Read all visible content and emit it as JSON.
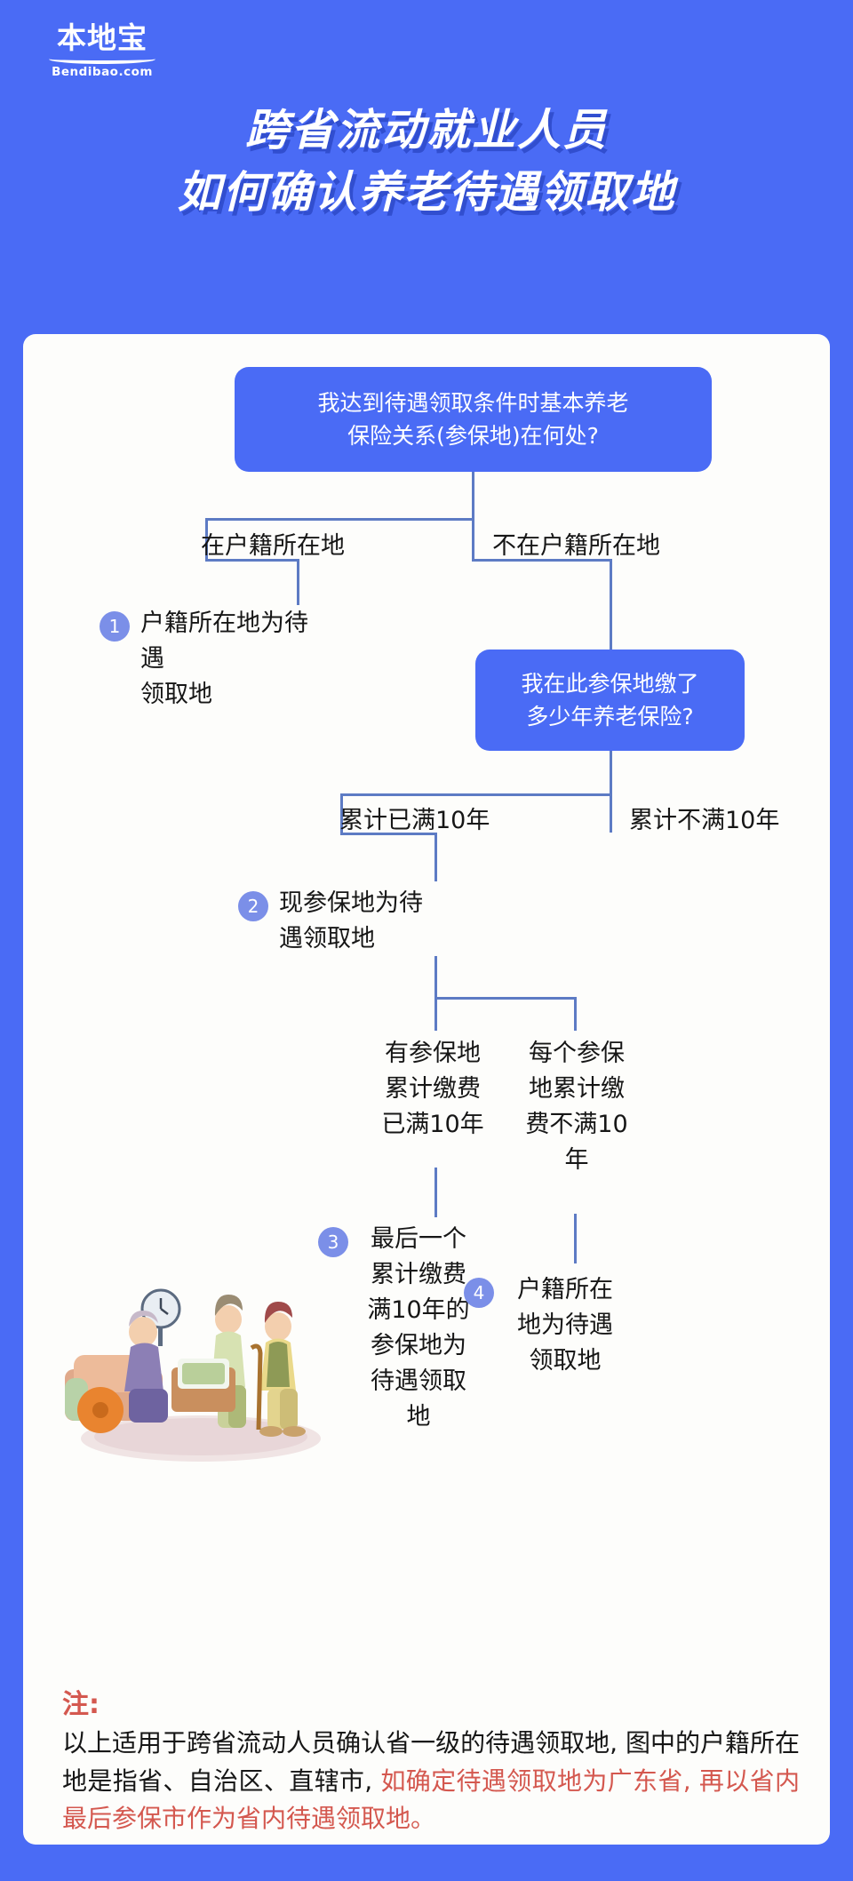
{
  "brand": {
    "logo_cn": "本地宝",
    "logo_en": "Bendibao.com"
  },
  "title": {
    "line1": "跨省流动就业人员",
    "line2": "如何确认养老待遇领取地"
  },
  "flow": {
    "q1": "我达到待遇领取条件时基本养老\n保险关系(参保地)在何处?",
    "q1_branch_left": "在户籍所在地",
    "q1_branch_right": "不在户籍所在地",
    "result1_num": "1",
    "result1_text": "户籍所在地为待遇\n领取地",
    "q2": "我在此参保地缴了\n多少年养老保险?",
    "q2_branch_left": "累计已满10年",
    "q2_branch_right": "累计不满10年",
    "result2_num": "2",
    "result2_text": "现参保地为待\n遇领取地",
    "cond3": "有参保地\n累计缴费\n已满10年",
    "cond4": "每个参保\n地累计缴\n费不满10\n年",
    "result3_num": "3",
    "result3_text": "最后一个\n累计缴费\n满10年的\n参保地为\n待遇领取\n地",
    "result4_num": "4",
    "result4_text": "户籍所在\n地为待遇\n领取地"
  },
  "note": {
    "label": "注:",
    "part1": "以上适用于跨省流动人员确认省一级的待遇领取地, 图中的户籍所在地是指省、自治区、直辖市, ",
    "part2_highlight": "如确定待遇领取地为广东省, 再以省内最后参保市作为省内待遇领取地。"
  },
  "colors": {
    "background": "#4a6bf5",
    "card": "#fdfdfb",
    "node": "#4a6bf5",
    "badge": "#7b8fe8",
    "line": "#5d7bc4",
    "accent_red": "#d4584f",
    "text": "#161616"
  }
}
